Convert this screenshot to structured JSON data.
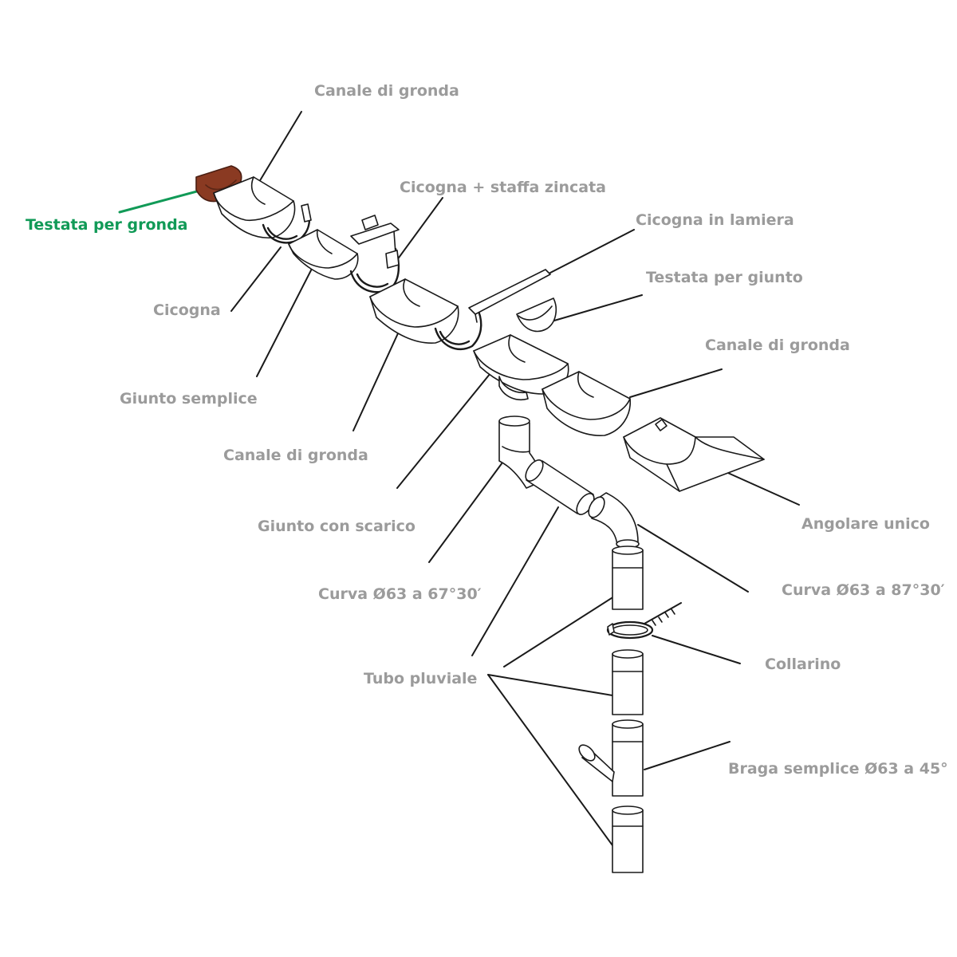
{
  "colors": {
    "label": "#9b9b9b",
    "highlight": "#119a57",
    "line": "#1a1a1a",
    "part_fill": "#ffffff",
    "highlight_part": "#8a3a22"
  },
  "labels": {
    "canale_di_gronda_top": "Canale di gronda",
    "testata_per_gronda": "Testata per gronda",
    "cicogna_staffa": "Cicogna + staffa zincata",
    "cicogna_in_lamiera": "Cicogna in lamiera",
    "testata_per_giunto": "Testata per giunto",
    "canale_di_gronda_right": "Canale di gronda",
    "cicogna": "Cicogna",
    "giunto_semplice": "Giunto semplice",
    "canale_di_gronda_mid": "Canale di gronda",
    "giunto_con_scarico": "Giunto con scarico",
    "angolare_unico": "Angolare unico",
    "curva_67": "Curva Ø63 a 67°30′",
    "curva_87": "Curva Ø63 a 87°30′",
    "tubo_pluviale": "Tubo pluviale",
    "collarino": "Collarino",
    "braga": "Braga semplice Ø63 a 45°"
  }
}
